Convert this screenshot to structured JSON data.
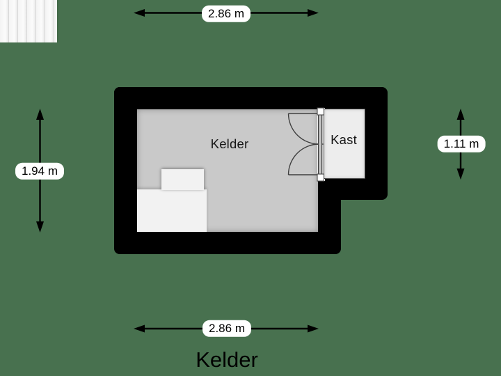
{
  "title": "Kelder",
  "rooms": {
    "kelder": "Kelder",
    "kast": "Kast"
  },
  "dimensions": {
    "top": "2.86 m",
    "bottom": "2.86 m",
    "left": "1.94 m",
    "right": "1.11 m"
  },
  "colors": {
    "background": "#48714f",
    "wall": "#000000",
    "kelder_floor": "#c9c9c9",
    "kast_floor": "#ededed",
    "stairs_fill": "#f2f2f2",
    "dimension_pill_bg": "#ffffff",
    "text": "#161616"
  }
}
